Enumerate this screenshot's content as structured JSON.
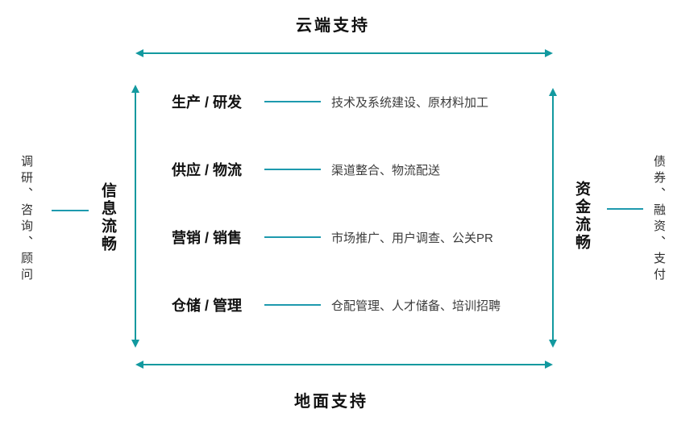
{
  "colors": {
    "arrow_teal": "#12999f",
    "connector_line": "#1e9aae",
    "title_text": "#111111",
    "desc_text": "#3c3c3c"
  },
  "top": {
    "label": "云端支持"
  },
  "bottom": {
    "label": "地面支持"
  },
  "left": {
    "outer_text": "调研、咨询、顾问",
    "label": "信息流畅"
  },
  "right": {
    "label": "资金流畅",
    "outer_text": "债券、融资、支付"
  },
  "rows": [
    {
      "title": "生产 / 研发",
      "desc": "技术及系统建设、原材料加工"
    },
    {
      "title": "供应 / 物流",
      "desc": "渠道整合、物流配送"
    },
    {
      "title": "营销 / 销售",
      "desc": "市场推广、用户调查、公关PR"
    },
    {
      "title": "仓储 / 管理",
      "desc": "仓配管理、人才储备、培训招聘"
    }
  ]
}
